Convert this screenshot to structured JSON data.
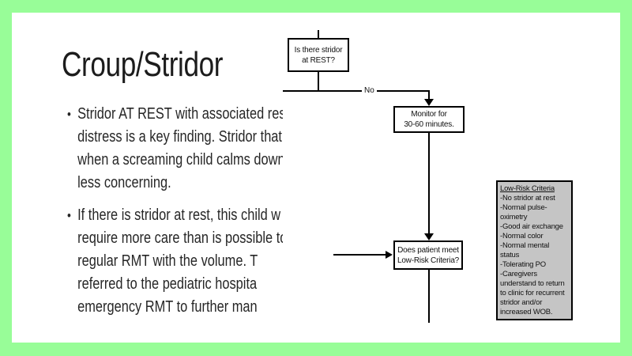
{
  "slide": {
    "title": "Croup/Stridor",
    "bullet_glyph": "•",
    "bullets": [
      {
        "lines": [
          "Stridor AT REST with associated res",
          "distress is a key finding. Stridor that",
          "when a screaming child calms down",
          "less concerning."
        ]
      },
      {
        "lines": [
          "If there is stridor at rest, this child w",
          "require more care than is possible to",
          "regular RMT with the volume. T",
          "referred to the pediatric hospita",
          "emergency RMT to further man"
        ]
      }
    ]
  },
  "flowchart": {
    "nodes": [
      {
        "lines": [
          "Is there stridor",
          "at REST?"
        ]
      },
      {
        "lines": [
          "Monitor for",
          "30-60 minutes."
        ]
      },
      {
        "lines": [
          "Does patient meet",
          "Low-Risk Criteria?"
        ]
      }
    ],
    "edge_no_label": "No",
    "low_risk_criteria_box": {
      "title": "Low-Risk Criteria",
      "items": [
        "-No stridor at rest",
        "-Normal pulse-oximetry",
        "-Good air exchange",
        "-Normal color",
        "-Normal mental status",
        "-Tolerating PO",
        "-Caregivers understand to return to clinic for recurrent stridor and/or increased WOB."
      ]
    }
  },
  "colors": {
    "frame_green": "#98fd98",
    "criteria_fill": "#c5c5c5",
    "line_color": "#000000"
  }
}
